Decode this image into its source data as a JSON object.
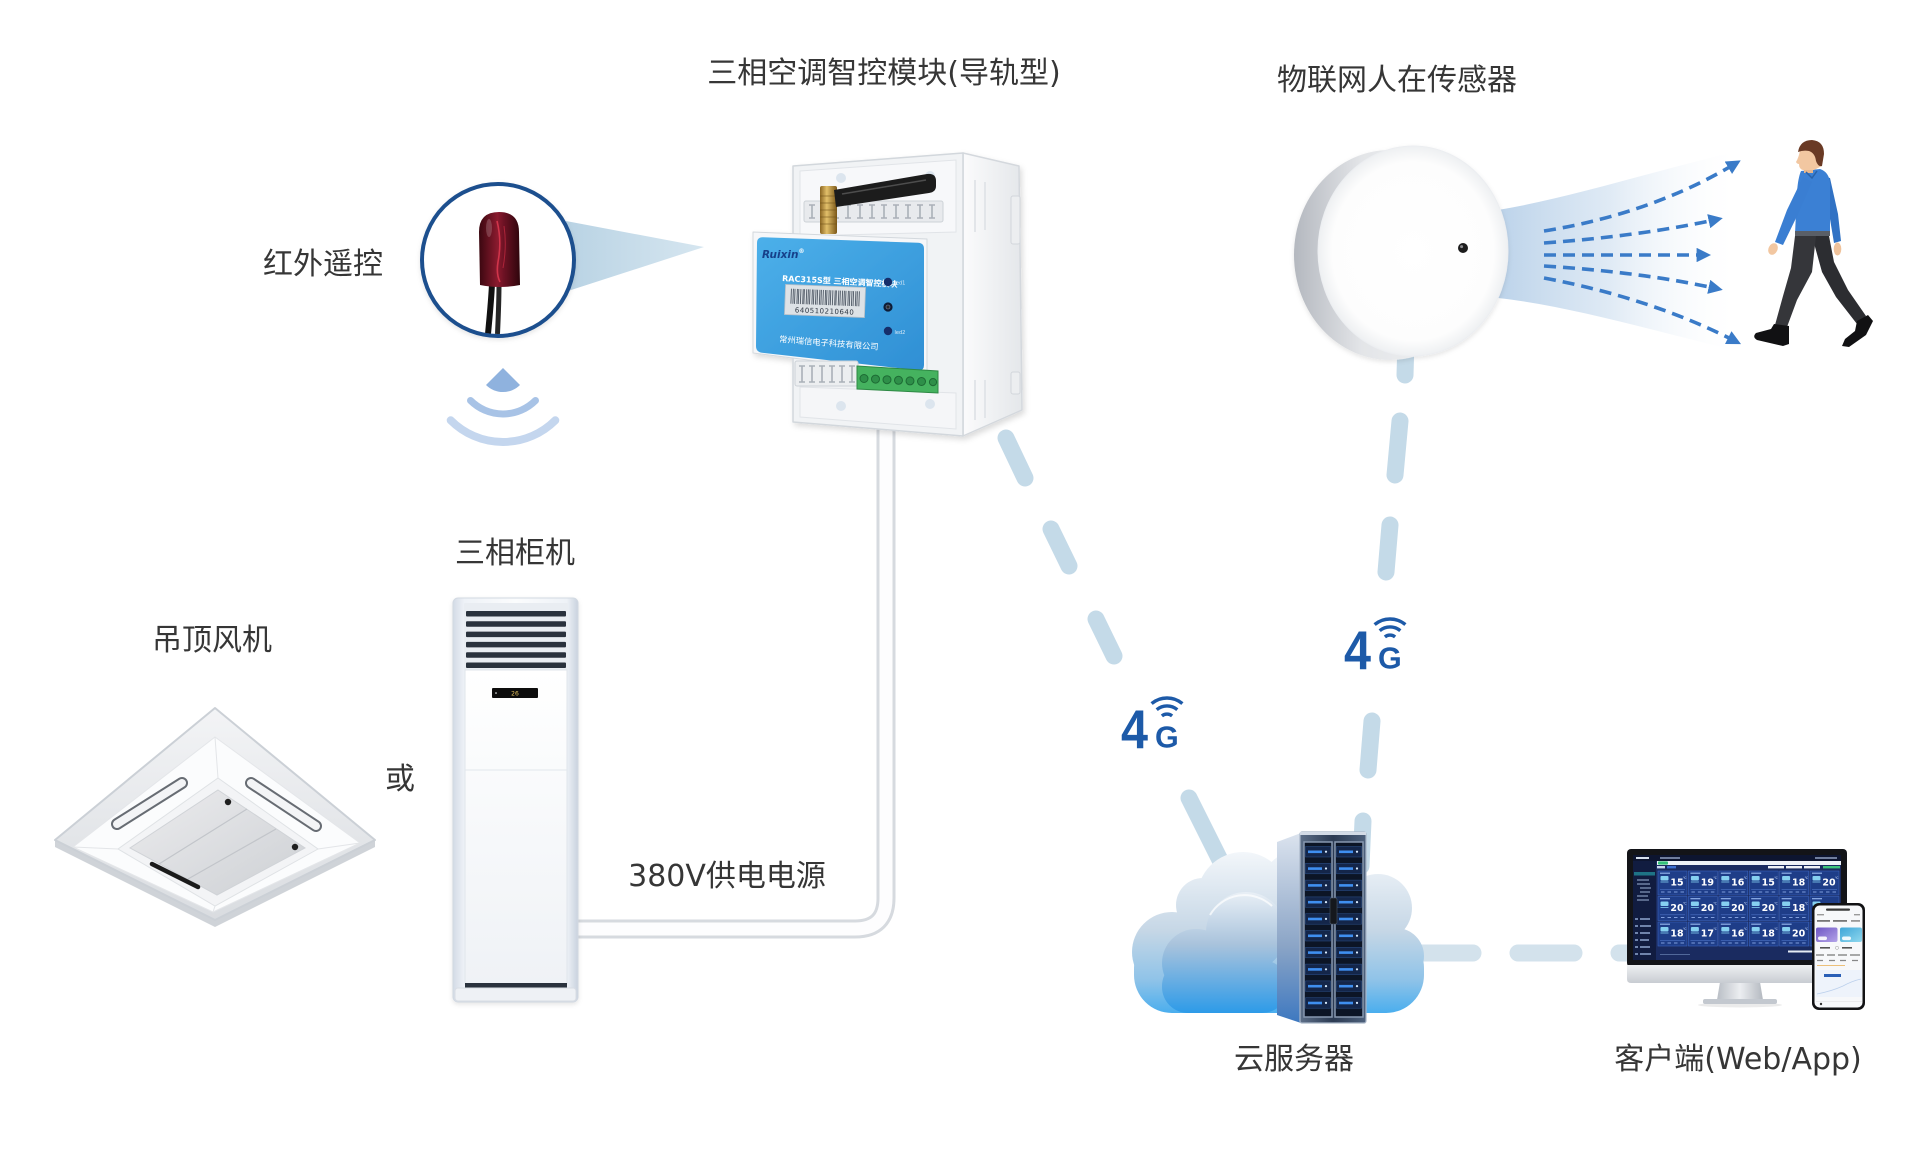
{
  "labels": {
    "module": "三相空调智控模块(导轨型)",
    "occupancy_sensor": "物联网人在传感器",
    "ir_remote": "红外遥控",
    "cabinet_ac": "三相柜机",
    "ceiling_ac": "吊顶风机",
    "or": "或",
    "power_supply": "380V供电电源",
    "cloud_server": "云服务器",
    "client": "客户端(Web/App)"
  },
  "module_panel": {
    "brand": "Ruixin",
    "brand_mark": "®",
    "model": "RAC315S型 三相空调智控模块",
    "serial_number": "640510210640",
    "led1_label": "led1",
    "led2_label": "led2",
    "manufacturer": "常州瑞信电子科技有限公司"
  },
  "cabinet_ac": {
    "display_value": "26"
  },
  "network_badges": [
    {
      "digit": "4",
      "letter": "G",
      "icon": "4g-signal-icon"
    },
    {
      "digit": "4",
      "letter": "G",
      "icon": "4g-signal-icon"
    }
  ],
  "dashboard": {
    "unit": "℃",
    "temperatures": [
      [
        15,
        19,
        16,
        15,
        18,
        20
      ],
      [
        20,
        20,
        20,
        20,
        18,
        null
      ],
      [
        18,
        17,
        16,
        18,
        20,
        null
      ]
    ]
  },
  "icons": {
    "ir_signal": "wireless-signal-icon",
    "network_signal": "4g-signal-icon",
    "detection": "detection-arrow-icon"
  },
  "colors": {
    "label_text": "#363636",
    "badge_blue": "#1d5aa8",
    "arrow_blue": "#3a7bc8",
    "connector": "#c4dae8",
    "connector_light": "#d3e2ec",
    "lens_ring": "#1f4f8e",
    "module_panel_blue": "#3fa1e0"
  }
}
